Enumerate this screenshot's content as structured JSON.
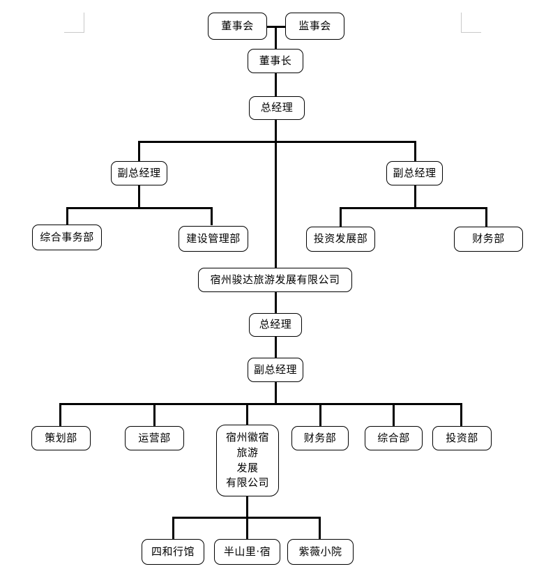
{
  "document": {
    "type": "organization-chart",
    "title": "宿州骏达旅游发展有限公司组织架构图",
    "background_color": "#ffffff",
    "line_color": "#000000",
    "box_border_color": "#000000",
    "crop_mark_color": "#c9c9c9"
  },
  "nodes": {
    "board_of_directors": "董事会",
    "board_of_supervisors": "监事会",
    "chairman": "董事长",
    "general_manager": "总经理",
    "deputy_gm_left": "副总经理",
    "deputy_gm_right": "副总经理",
    "general_affairs_dept": "综合事务部",
    "construction_mgmt_dept": "建设管理部",
    "investment_dev_dept": "投资发展部",
    "finance_dept_top": "财务部",
    "company_junda": "宿州骏达旅游发展有限公司",
    "general_manager_2": "总经理",
    "deputy_gm_2": "副总经理",
    "planning_dept": "策划部",
    "operations_dept": "运营部",
    "company_huisu": "宿州徽宿\n旅游\n发展\n有限公司",
    "finance_dept_bottom": "财务部",
    "general_dept": "综合部",
    "investment_dept": "投资部",
    "hotel_sihe": "四和行馆",
    "hotel_banshanli": "半山里·宿",
    "hotel_ziwei": "紫薇小院"
  }
}
